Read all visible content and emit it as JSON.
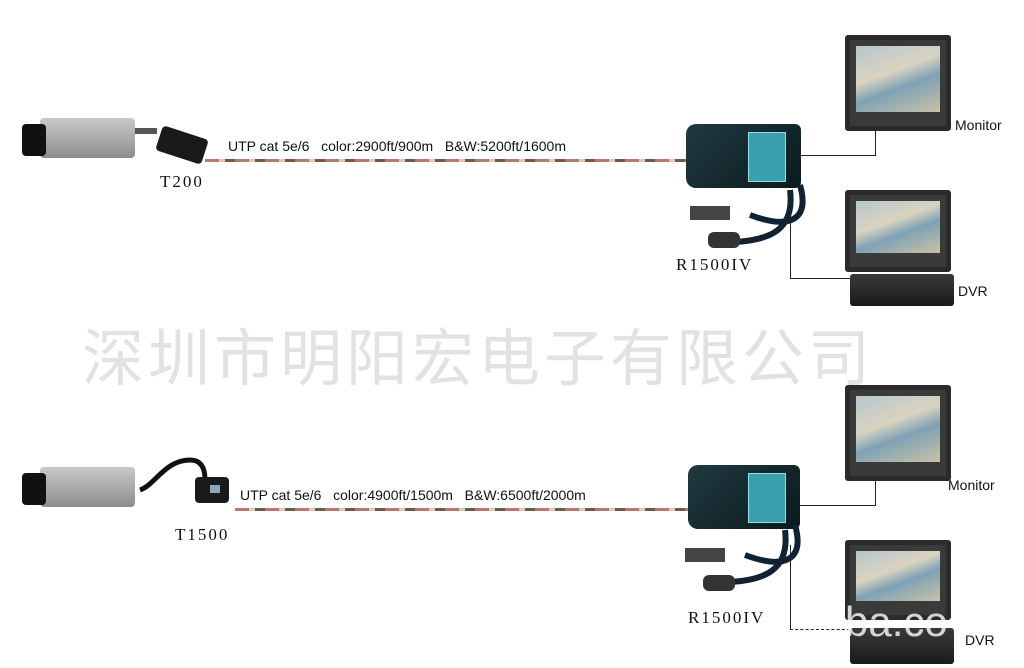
{
  "watermark": "深圳市明阳宏电子有限公司",
  "watermark_partial": "ba.co",
  "top": {
    "transmitter": "T200",
    "cable_spec": "UTP cat 5e/6   color:2900ft/900m   B&W:5200ft/1600m",
    "receiver": "R1500IV",
    "monitor": "Monitor",
    "dvr": "DVR"
  },
  "bottom": {
    "transmitter": "T1500",
    "cable_spec": "UTP cat 5e/6   color:4900ft/1500m   B&W:6500ft/2000m",
    "receiver": "R1500IV",
    "monitor": "Monitor",
    "dvr": "DVR"
  }
}
